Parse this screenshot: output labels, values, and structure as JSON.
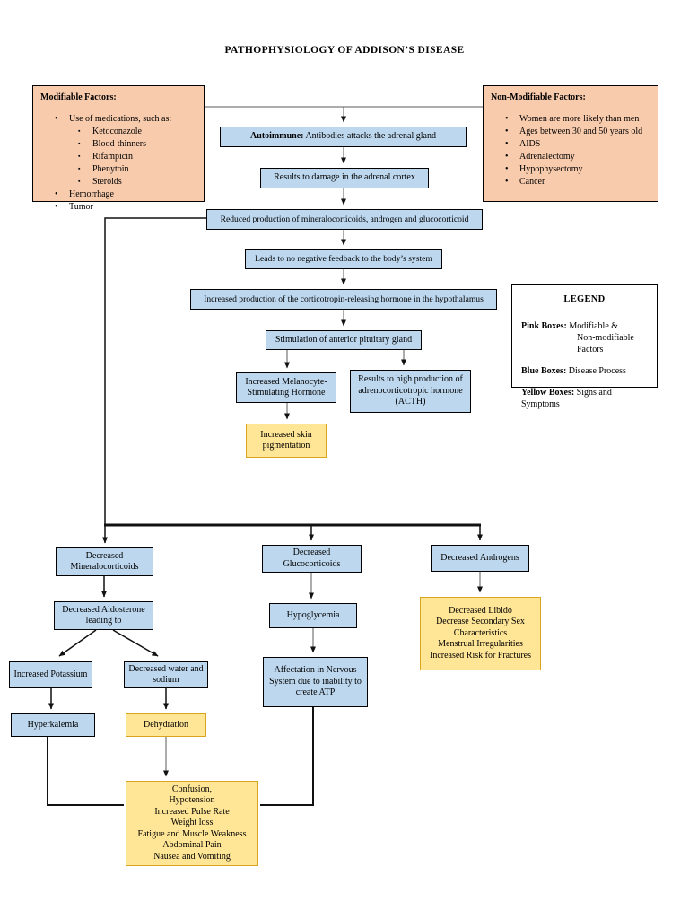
{
  "title": "PATHOPHYSIOLOGY OF ADDISON’S DISEASE",
  "colors": {
    "pink_fill": "#F8CBAD",
    "blue_fill": "#BDD7EE",
    "yellow_fill": "#FFE596",
    "yellow_border": "#D9A521",
    "box_border": "#000000",
    "connector": "#595959"
  },
  "modifiable": {
    "heading": "Modifiable Factors:",
    "lead_item": "Use of medications, such as:",
    "medications": [
      "Ketoconazole",
      "Blood-thinners",
      "Rifampicin",
      "Phenytoin",
      "Steroids"
    ],
    "other_items": [
      "Hemorrhage",
      "Tumor"
    ]
  },
  "nonmodifiable": {
    "heading": "Non-Modifiable Factors:",
    "items": [
      "Women are more likely than men",
      "Ages between 30 and 50 years old",
      "AIDS",
      "Adrenalectomy",
      "Hypophysectomy",
      "Cancer"
    ]
  },
  "flow": {
    "autoimmune_bold": "Autoimmune:",
    "autoimmune_rest": "Antibodies attacks the adrenal gland",
    "results_damage": "Results to damage in the adrenal cortex",
    "reduced_production": "Reduced production of mineralocorticoids, androgen and glucocorticoid",
    "no_negative_feedback": "Leads to no negative feedback to the body’s system",
    "increased_crh": "Increased production of the corticotropin-releasing hormone in the hypothalamus",
    "stimulation": "Stimulation of anterior pituitary gland",
    "melanocyte": "Increased Melanocyte-Stimulating Hormone",
    "acth": "Results to high production of adrenocorticotropic hormone (ACTH)",
    "skin_pigmentation": "Increased skin pigmentation"
  },
  "legend": {
    "title": "LEGEND",
    "pink_label": "Pink Boxes:",
    "pink_text": "Modifiable &",
    "pink_text2": "Non-modifiable Factors",
    "blue_label": "Blue Boxes:",
    "blue_text": "Disease Process",
    "yellow_label": "Yellow Boxes:",
    "yellow_text": "Signs and Symptoms"
  },
  "branches": {
    "mineralocorticoids": "Decreased Mineralocorticoids",
    "aldosterone": "Decreased Aldosterone leading to",
    "potassium": "Increased Potassium",
    "water_sodium": "Decreased water and sodium",
    "hyperkalemia": "Hyperkalemia",
    "dehydration": "Dehydration",
    "glucocorticoids": "Decreased Glucocorticoids",
    "hypoglycemia": "Hypoglycemia",
    "affectation": "Affectation in Nervous System due to inability to create ATP",
    "androgens": "Decreased Androgens",
    "androgen_symptoms": [
      "Decreased Libido",
      "Decrease Secondary Sex Characteristics",
      "Menstrual Irregularities",
      "Increased Risk for Fractures"
    ],
    "crisis_symptoms": [
      "Confusion,",
      "Hypotension",
      "Increased Pulse Rate",
      "Weight loss",
      "Fatigue and Muscle Weakness",
      "Abdominal Pain",
      "Nausea and Vomiting"
    ]
  }
}
